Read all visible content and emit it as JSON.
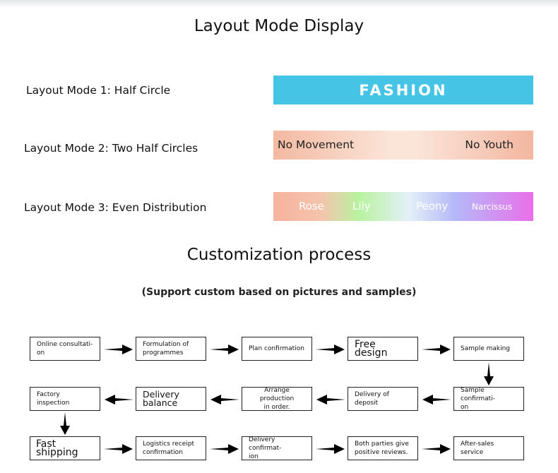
{
  "layout_section": {
    "title": "Layout Mode Display",
    "modes": [
      {
        "label": "Layout Mode 1: Half Circle",
        "texts": [
          "FASHION"
        ]
      },
      {
        "label": "Layout Mode 2: Two Half Circles",
        "texts": [
          "No Movement",
          "No Youth"
        ]
      },
      {
        "label": "Layout Mode 3: Even Distribution",
        "texts": [
          "Rose",
          "Lily",
          "Peony",
          "Narcissus"
        ]
      }
    ]
  },
  "process_section": {
    "title": "Customization process",
    "subtitle": "(Support custom based on pictures and samples)",
    "steps": [
      "Online consultati-\non",
      "Formulation of\nprogrammes",
      "Plan confirmation",
      "Free design",
      "Sample making",
      "Sample confirmati-\non",
      "Delivery of deposit",
      "Arrange production\nin order.",
      "Delivery balance",
      "Factory inspection",
      "Fast shipping",
      "Logistics receipt\nconfirmation",
      "Delivery confirmat-\nion",
      "Both parties give\npositive reviews.",
      "After-sales service"
    ]
  },
  "colors": {
    "fashion_band": "#45c4e6",
    "arrow": "#000000"
  }
}
